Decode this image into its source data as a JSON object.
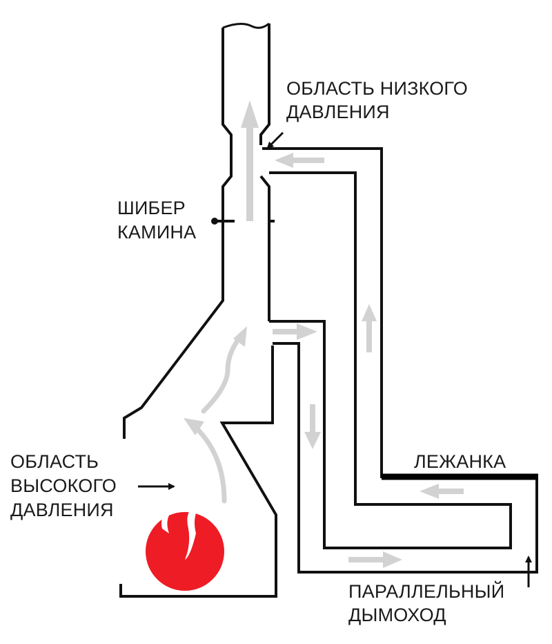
{
  "labels": {
    "low_pressure": [
      "ОБЛАСТЬ НИЗКОГО",
      "ДАВЛЕНИЯ"
    ],
    "damper": [
      "ШИБЕР",
      "КАМИНА"
    ],
    "high_pressure": [
      "ОБЛАСТЬ",
      "ВЫСОКОГО",
      "ДАВЛЕНИЯ"
    ],
    "bench": [
      "ЛЕЖАНКА"
    ],
    "parallel_flue": [
      "ПАРАЛЛЕЛЬНЫЙ",
      "ДЫМОХОД"
    ]
  },
  "colors": {
    "outline": "#111111",
    "flow_arrow": "#d2d2d2",
    "fire": "#ee1c25",
    "bench": "#000000"
  },
  "icons": {
    "fire": "fire-icon",
    "flow": "flow-arrow"
  }
}
